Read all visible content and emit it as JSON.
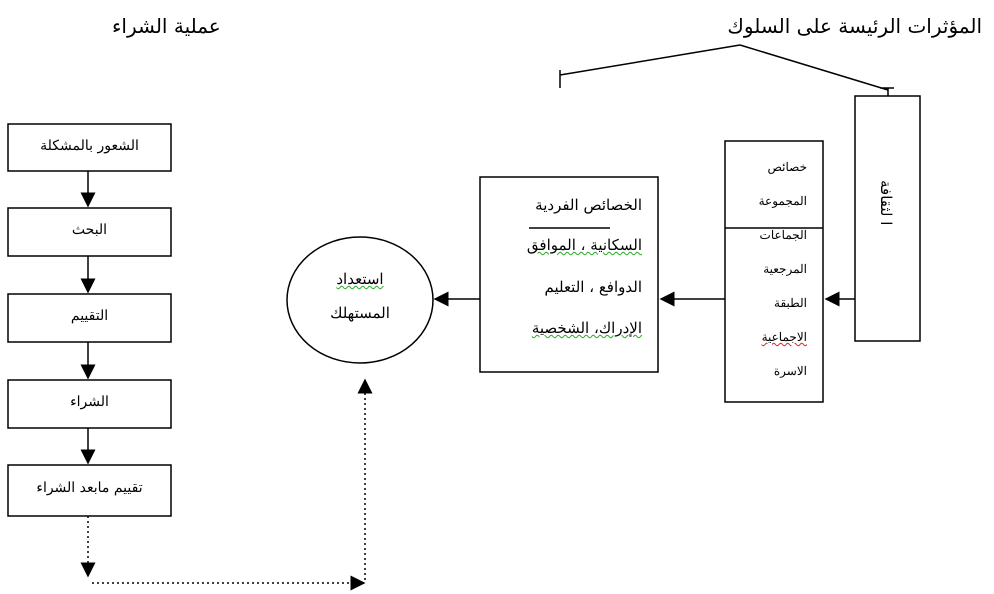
{
  "titles": {
    "influencers": "المؤثرات الرئيسة على السلوك",
    "process": "عملية الشراء"
  },
  "process_steps": [
    "الشعور بالمشكلة",
    "البحث",
    "التقييم",
    "الشراء",
    "تقييم مابعد الشراء"
  ],
  "consumer": {
    "line1": "استعداد",
    "line2": "المستهلك"
  },
  "individual": {
    "lines": [
      "الخصائص الفردية",
      "السكانية ، الموافق",
      "الدوافع ، التعليم",
      "الإدراك، الشخصية"
    ]
  },
  "group": {
    "top": [
      "خصائص",
      "المجموعة"
    ],
    "bottom": [
      "الجماعات",
      "المرجعية",
      "الطبقة",
      "الاجماعية",
      "الاسرة"
    ]
  },
  "culture": "ا لثقافة"
}
